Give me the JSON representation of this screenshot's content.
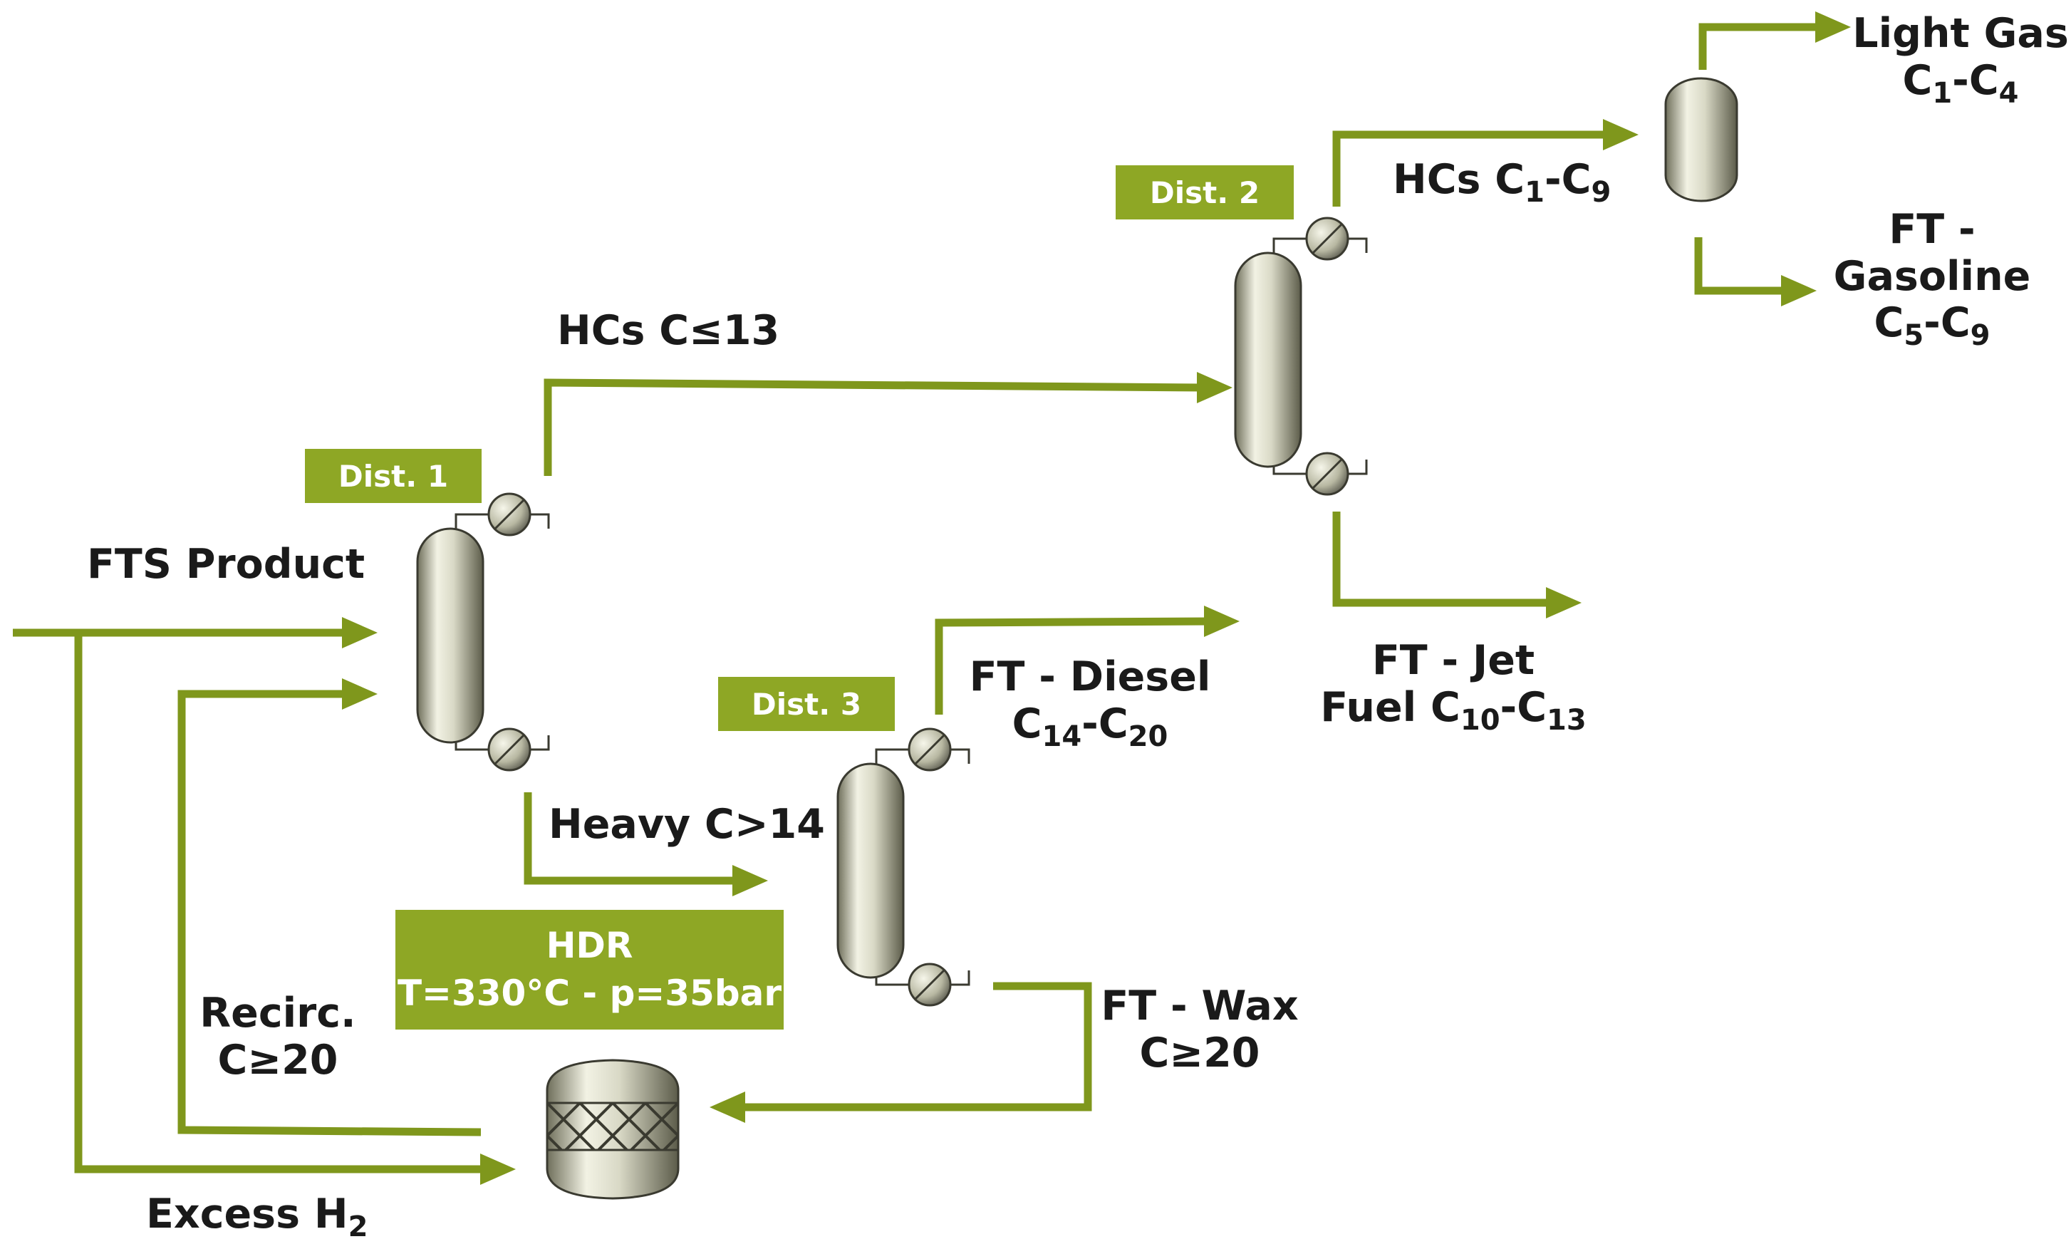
{
  "colors": {
    "stream": "#7f971c",
    "tag_background": "#8ea725",
    "tag_text": "#ffffff",
    "vessel_light": "#f2f2e4",
    "vessel_dark": "#6f6f5b"
  },
  "units": {
    "dist1": "Dist. 1",
    "dist2": "Dist. 2",
    "dist3": "Dist. 3",
    "hdr_name": "HDR",
    "hdr_conditions": "T=330°C - p=35bar"
  },
  "streams": {
    "fts_product": "FTS Product",
    "hcs_c13": "HCs C≤13",
    "heavy": "Heavy C>14",
    "hcs_c1c9_main": "HCs C",
    "hcs_c1c9_sub1": "1",
    "hcs_c1c9_dash": "-C",
    "hcs_c1c9_sub2": "9",
    "light_gas_line1": "Light Gas",
    "light_gas_c": "C",
    "light_gas_sub1": "1",
    "light_gas_dash": "-C",
    "light_gas_sub2": "4",
    "gasoline_line1": "FT -",
    "gasoline_line2": "Gasoline",
    "gasoline_c": "C",
    "gasoline_sub1": "5",
    "gasoline_dash": "-C",
    "gasoline_sub2": "9",
    "jet_line1": "FT - Jet",
    "jet_fuel": "Fuel C",
    "jet_sub1": "10",
    "jet_dash": "-C",
    "jet_sub2": "13",
    "diesel_line1": "FT - Diesel",
    "diesel_c": "C",
    "diesel_sub1": "14",
    "diesel_dash": "-C",
    "diesel_sub2": "20",
    "wax_line1": "FT - Wax",
    "wax_line2": "C≥20",
    "recirc_line1": "Recirc.",
    "recirc_line2": "C≥20",
    "excess_h2": "Excess H",
    "excess_h2_sub": "2"
  }
}
